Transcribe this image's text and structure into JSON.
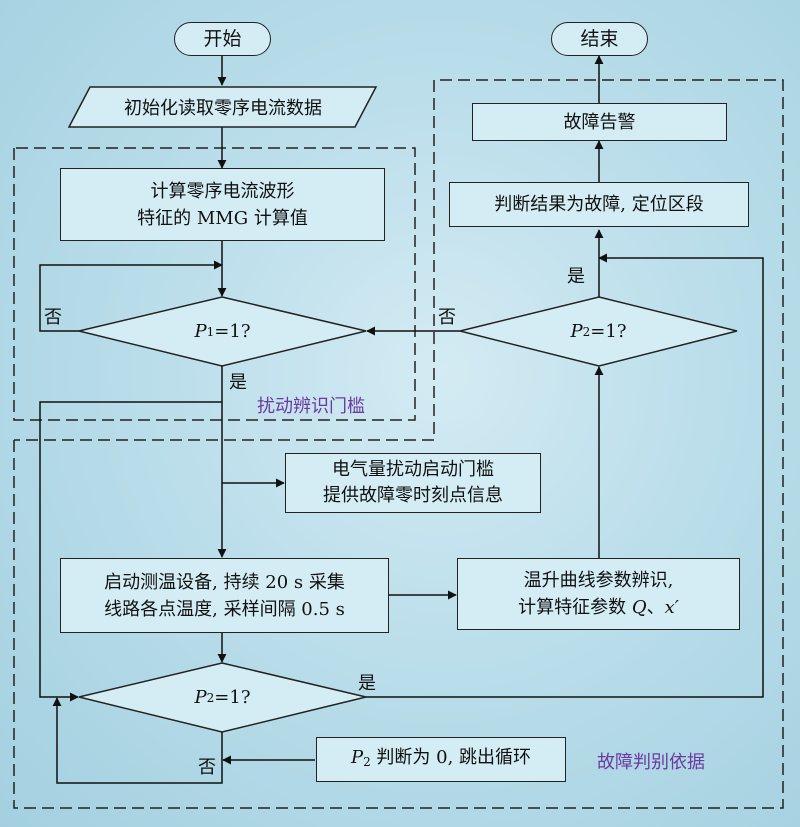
{
  "start": "开始",
  "end": "结束",
  "read_data": "初始化读取零序电流数据",
  "compute_mmg": [
    "计算零序电流波形",
    "特征的 MMG 计算值"
  ],
  "decision_p1": {
    "var": "P",
    "sub": "1",
    "cond": "=1?"
  },
  "decision_p2_top": {
    "var": "P",
    "sub": "2",
    "cond": "=1?"
  },
  "decision_p2_bottom": {
    "var": "P",
    "sub": "2",
    "cond": "=1?"
  },
  "label_no": "否",
  "label_yes": "是",
  "group_disturbance": "扰动辨识门槛",
  "group_fault": "故障判别依据",
  "trigger_box": [
    "电气量扰动启动门槛",
    "提供故障零时刻点信息"
  ],
  "temp_measure": [
    "启动测温设备, 持续 20 s 采集",
    "线路各点温度, 采样间隔 0.5 s"
  ],
  "curve_identify": {
    "line1": "温升曲线参数辨识,",
    "line2_prefix": "计算特征参数 ",
    "q": "Q",
    "sep": "、",
    "xp": "x′"
  },
  "judge_fault": "判断结果为故障, 定位区段",
  "fault_alarm": "故障告警",
  "p2_zero": {
    "var": "P",
    "sub": "2",
    "text": " 判断为 0, 跳出循环"
  }
}
